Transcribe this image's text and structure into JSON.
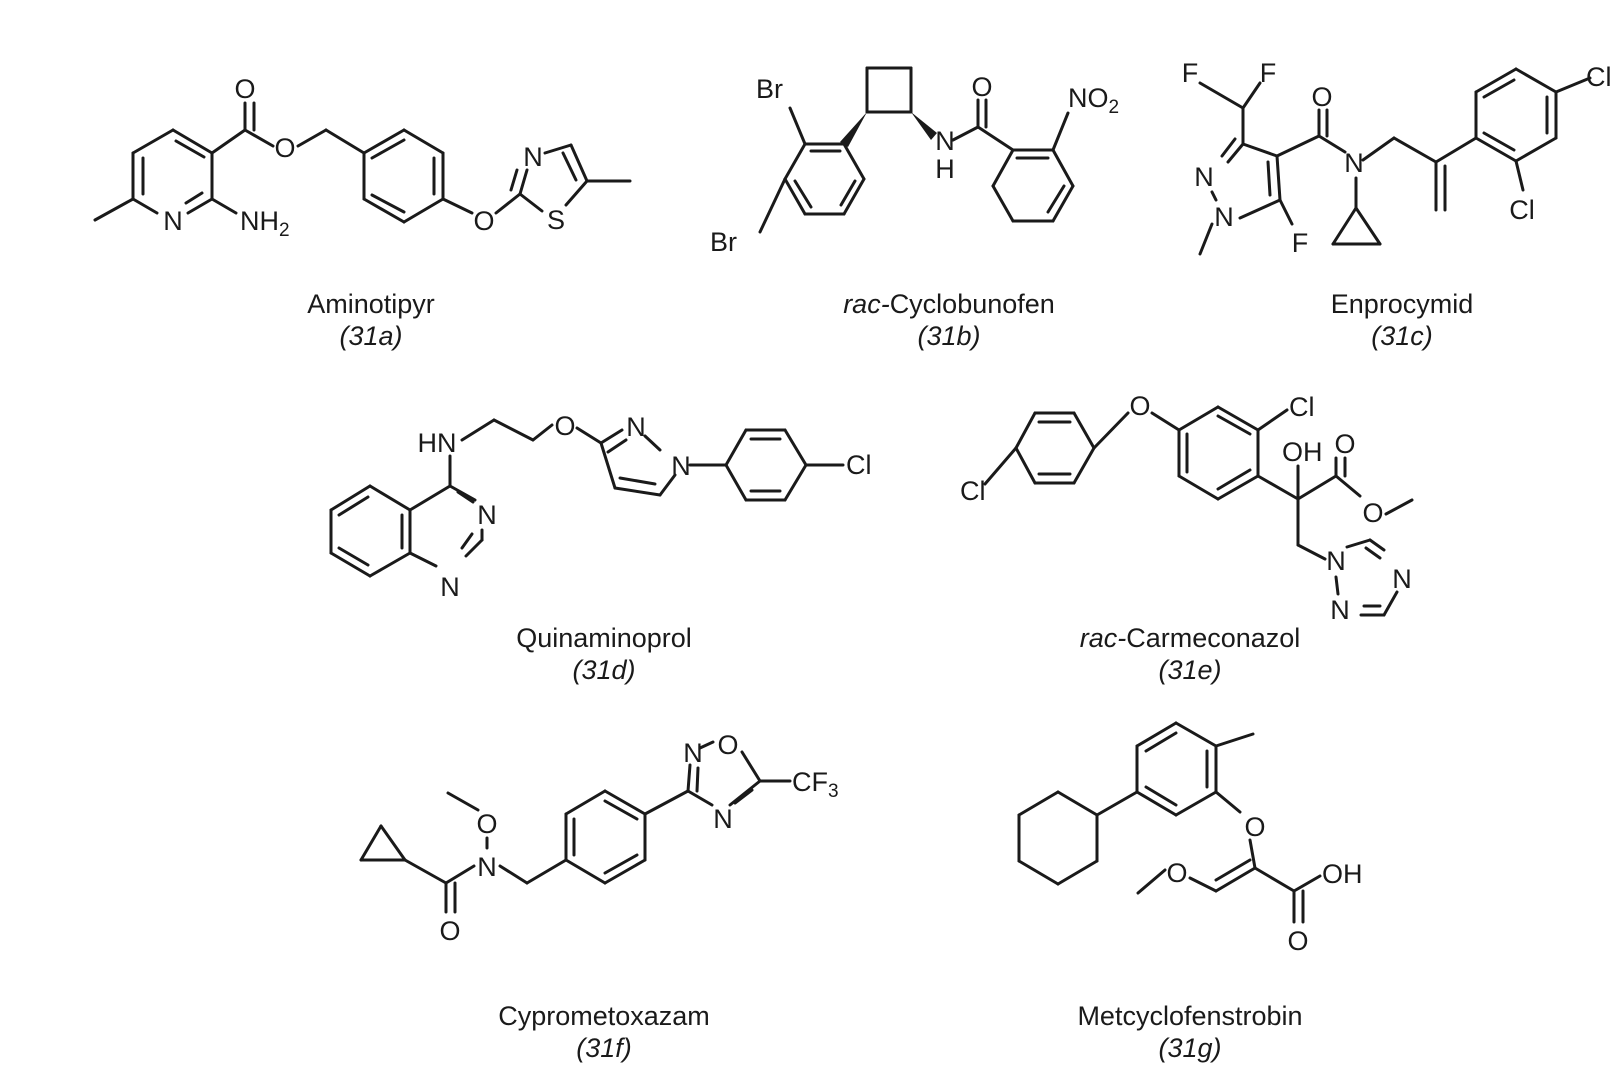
{
  "compounds": [
    {
      "prefix": "",
      "name": "Aminotipyr",
      "code": "(31a)"
    },
    {
      "prefix": "rac-",
      "name": "Cyclobunofen",
      "code": "(31b)"
    },
    {
      "prefix": "",
      "name": "Enprocymid",
      "code": "(31c)"
    },
    {
      "prefix": "",
      "name": "Quinaminoprol",
      "code": "(31d)"
    },
    {
      "prefix": "rac-",
      "name": "Carmeconazol",
      "code": "(31e)"
    },
    {
      "prefix": "",
      "name": "Cyprometoxazam",
      "code": "(31f)"
    },
    {
      "prefix": "",
      "name": "Metcyclofenstrobin",
      "code": "(31g)"
    }
  ],
  "atoms": {
    "a": [
      "O",
      "O",
      "N",
      "NH",
      "2",
      "O",
      "N",
      "S"
    ],
    "b": [
      "Br",
      "Br",
      "O",
      "N",
      "H",
      "NO",
      "2"
    ],
    "c": [
      "F",
      "F",
      "O",
      "N",
      "N",
      "N",
      "F",
      "Cl",
      "Cl"
    ],
    "d": [
      "HN",
      "O",
      "N",
      "N",
      "Cl",
      "N",
      "N"
    ],
    "e": [
      "O",
      "Cl",
      "Cl",
      "OH",
      "O",
      "O",
      "N",
      "N",
      "N"
    ],
    "f": [
      "O",
      "N",
      "O",
      "N",
      "O",
      "N",
      "CF",
      "3"
    ],
    "g": [
      "O",
      "O",
      "OH",
      "O"
    ]
  }
}
